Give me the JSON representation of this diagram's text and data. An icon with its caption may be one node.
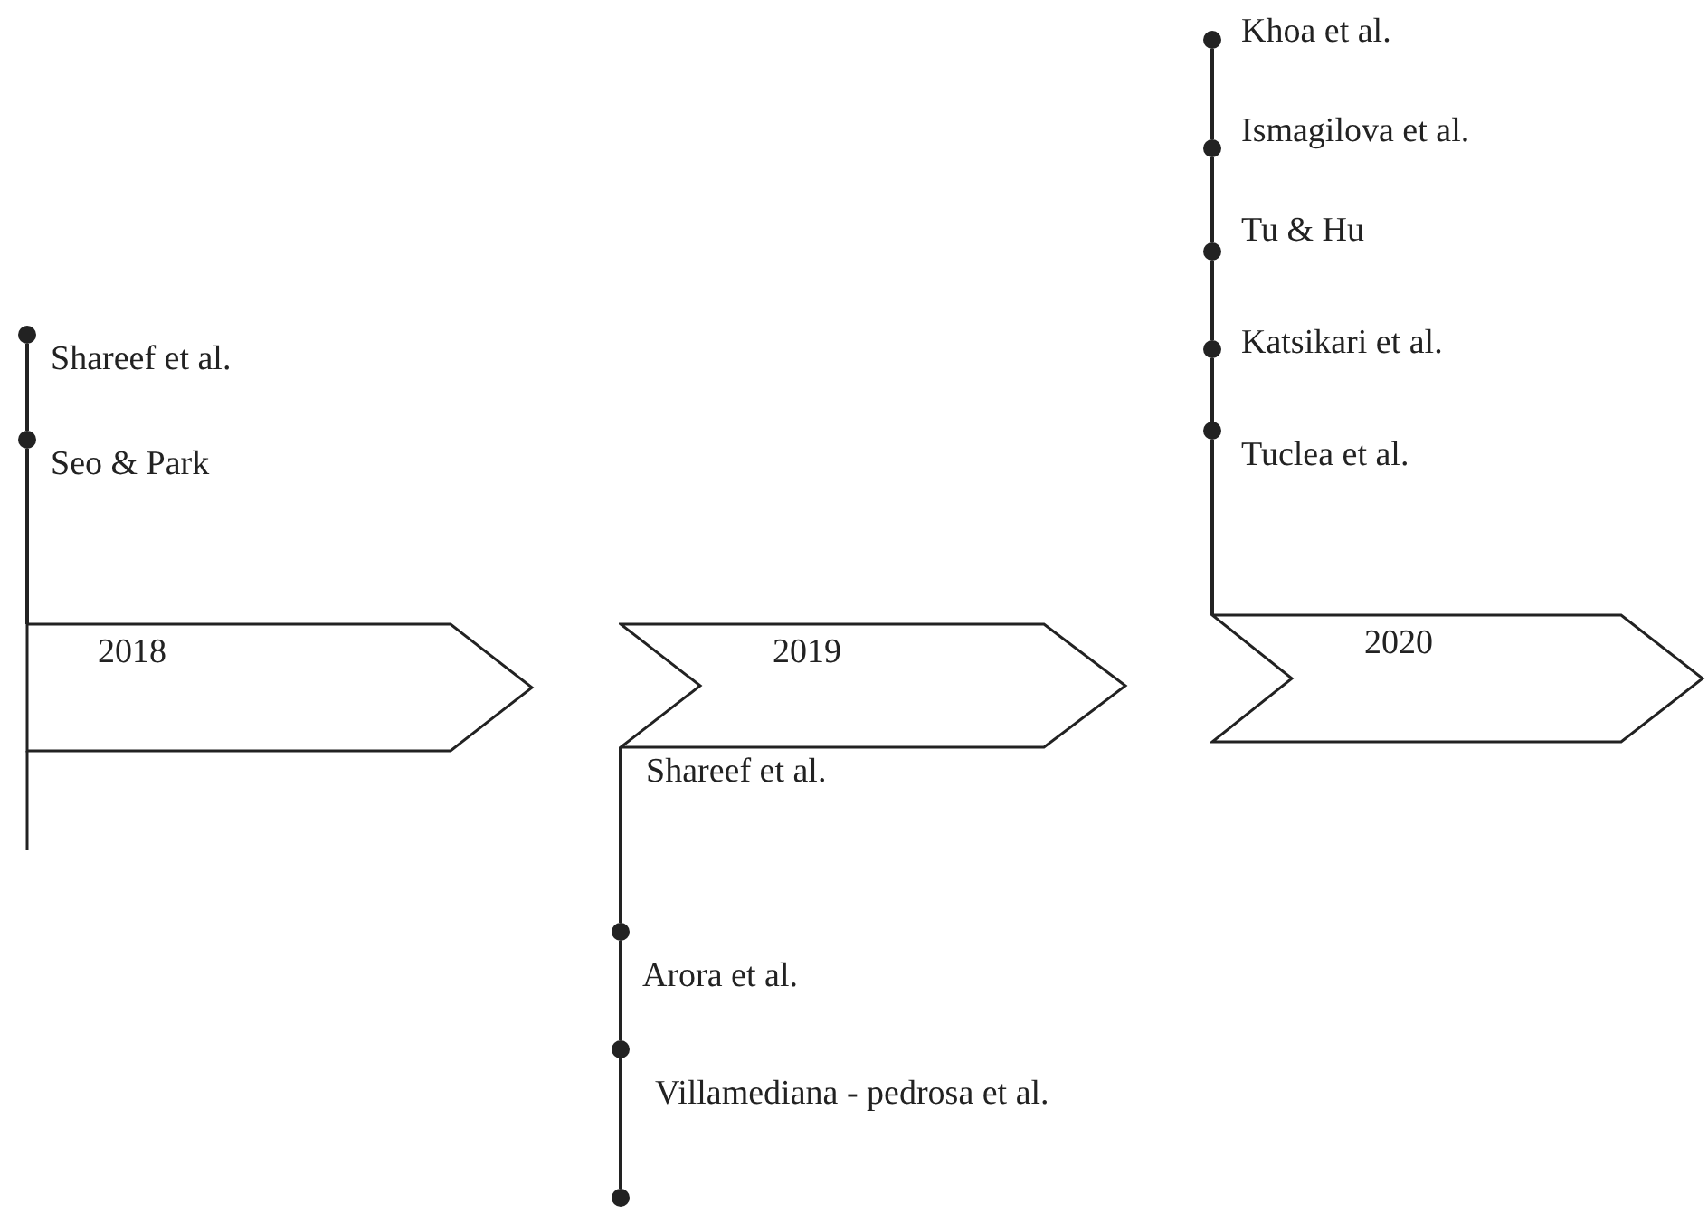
{
  "diagram": {
    "nodes": [
      {
        "text": [
          "2018"
        ]
      },
      {
        "text": [],
        "shape": "circle",
        "beside": [
          "Shareef et al."
        ]
      },
      {
        "text": [],
        "shape": "circle",
        "beside": [
          "Seo & Park"
        ]
      },
      {
        "text": [
          "2019"
        ]
      },
      {
        "text": [],
        "shape": "circle",
        "beside": [
          "Arora et al."
        ]
      },
      {
        "text": [],
        "shape": "circle",
        "beside": [
          "Villamediana - pedrosa et al."
        ]
      },
      {
        "text": [],
        "shape": "circle"
      },
      {
        "text": [
          "2020"
        ]
      },
      {
        "text": [],
        "shape": "circle",
        "beside": [
          "Khoa et al."
        ]
      },
      {
        "text": [],
        "shape": "circle",
        "beside": [
          "Ismagilova et al."
        ]
      },
      {
        "text": [],
        "shape": "circle",
        "beside": [
          "Tu & Hu"
        ]
      },
      {
        "text": [],
        "shape": "circle",
        "beside": [
          "Katsikari et al."
        ]
      },
      {
        "text": [],
        "shape": "circle",
        "beside": [
          "Tuclea et al."
        ]
      }
    ],
    "edges": [
      {
        "from": 0,
        "to": 2,
        "arrow": "none"
      },
      {
        "from": 2,
        "to": 1,
        "arrow": "none"
      },
      {
        "from": 3,
        "to": 4,
        "arrow": "none"
      },
      {
        "from": 4,
        "to": 5,
        "arrow": "none"
      },
      {
        "from": 5,
        "to": 6,
        "arrow": "none"
      },
      {
        "from": 7,
        "to": 12,
        "arrow": "none"
      },
      {
        "from": 12,
        "to": 11,
        "arrow": "none"
      },
      {
        "from": 11,
        "to": 10,
        "arrow": "none"
      },
      {
        "from": 10,
        "to": 9,
        "arrow": "none"
      },
      {
        "from": 9,
        "to": 8,
        "arrow": "none"
      }
    ],
    "labels": [
      "Shareef et al."
    ]
  }
}
